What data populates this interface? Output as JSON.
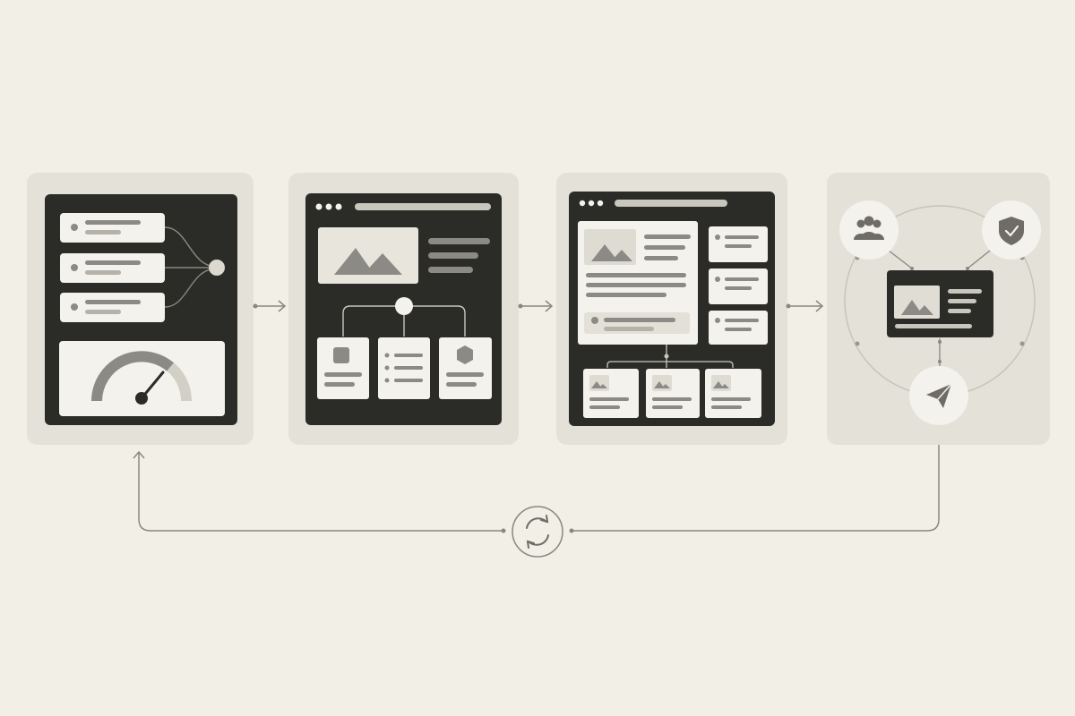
{
  "colors": {
    "background": "#f2efe7",
    "panel": "#e4e1d8",
    "screen": "#2b2b28",
    "card": "#f4f2ec",
    "line": "#8a8780",
    "bar": "#8c8a84",
    "icon": "#7d7a73",
    "light_bar": "#c9c6be",
    "connector": "#a8a59d"
  },
  "stages": [
    {
      "id": "dashboard",
      "contents": [
        "list-card",
        "list-card",
        "list-card",
        "gauge"
      ],
      "icons": [
        "gauge-icon"
      ],
      "gauge_level": 0.8
    },
    {
      "id": "page-layout",
      "contents": [
        "browser-window",
        "hero-image",
        "text-lines",
        "tree-hub",
        "card-square",
        "card-list",
        "card-hexagon"
      ],
      "icons": [
        "image-icon",
        "square-icon",
        "list-icon",
        "hexagon-icon"
      ]
    },
    {
      "id": "content-page",
      "contents": [
        "browser-window",
        "article",
        "sidebar-cards",
        "thumbnail-cards"
      ],
      "icons": [
        "image-icon"
      ]
    },
    {
      "id": "distribution",
      "contents": [
        "preview-card",
        "team",
        "security",
        "send",
        "orbit-ring"
      ],
      "icons": [
        "team-icon",
        "shield-check-icon",
        "send-icon",
        "image-icon"
      ]
    }
  ],
  "flow": [
    "arrow-right",
    "arrow-right",
    "arrow-right"
  ],
  "loop": {
    "icon": "refresh-icon"
  }
}
